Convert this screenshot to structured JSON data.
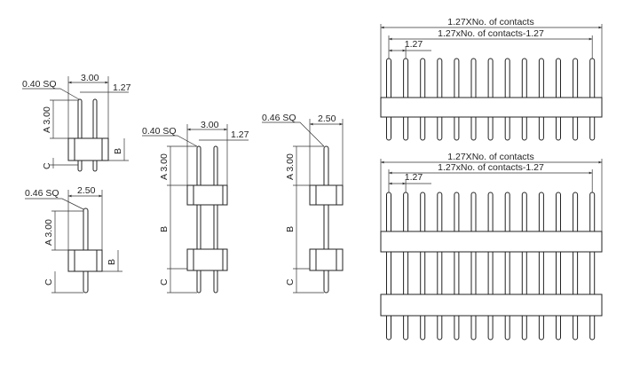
{
  "views": {
    "single_row_straight": {
      "sq": "0.40 SQ",
      "width": "3.00",
      "pitch": "1.27",
      "a": "A 3.00",
      "b": "B",
      "c": "C"
    },
    "single_pin_straight": {
      "sq": "0.46 SQ",
      "width": "2.50",
      "a": "A 3.00",
      "b": "B",
      "c": "C"
    },
    "dual_body_row": {
      "sq": "0.40 SQ",
      "width": "3.00",
      "pitch": "1.27",
      "a": "A 3.00",
      "b": "B",
      "c": "C"
    },
    "dual_body_pin": {
      "sq": "0.46 SQ",
      "width": "2.50",
      "a": "A 3.00",
      "b": "B",
      "c": "C"
    },
    "front_single": {
      "total": "1.27XNo. of contacts",
      "span": "1.27xNo. of contacts-1.27",
      "pitch": "1.27",
      "contacts": 13
    },
    "front_dual": {
      "total": "1.27XNo. of contacts",
      "span": "1.27xNo. of contacts-1.27",
      "pitch": "1.27",
      "contacts": 13
    }
  }
}
